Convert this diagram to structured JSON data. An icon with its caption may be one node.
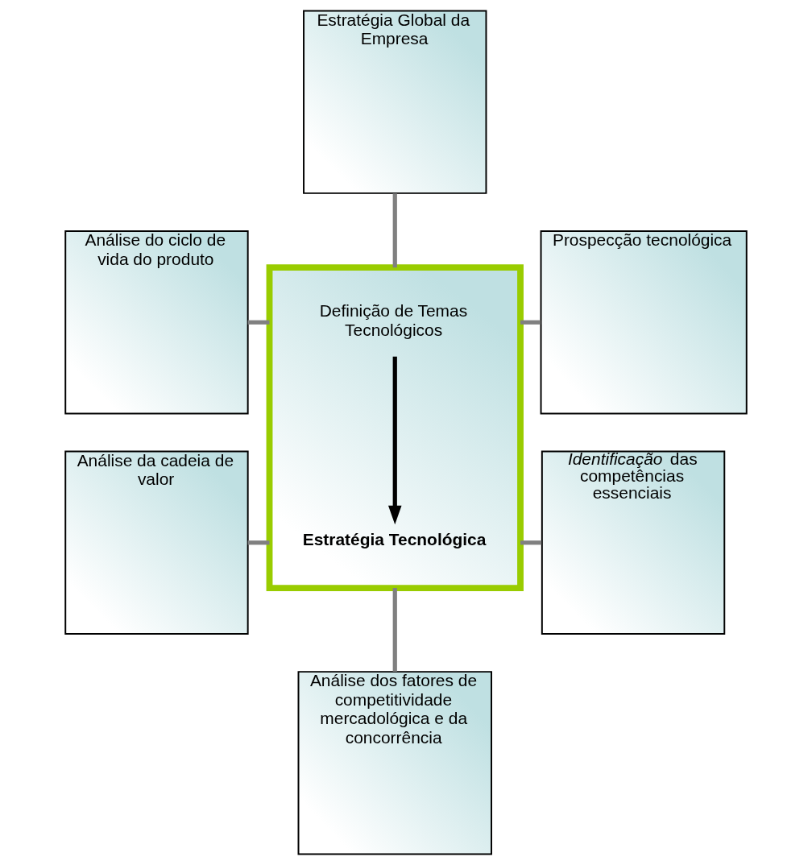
{
  "diagram": {
    "nodes": [
      {
        "text": [],
        "shape": "box"
      },
      {
        "text": [
          "Definição de Temas Tecnológicos"
        ],
        "in": 0
      },
      {
        "text": [
          "Estratégia Tecnológica"
        ],
        "in": 0
      },
      {
        "text": [
          "Estratégia Global da Empresa"
        ]
      },
      {
        "text": [
          "Análise do ciclo de vida do produto"
        ]
      },
      {
        "text": [
          "Prospecção tecnológica"
        ]
      },
      {
        "text": [
          "Análise da cadeia de valor"
        ]
      },
      {
        "text": [
          "*Identificação* das competências essenciais"
        ]
      },
      {
        "text": [
          "Análise dos fatores de competitividade mercadológica e da concorrência"
        ]
      }
    ],
    "edges": [
      {
        "from": 1,
        "to": 2,
        "arrow": "to",
        "color": "#000000"
      },
      {
        "from": 3,
        "to": 0,
        "arrow": "none"
      },
      {
        "from": 4,
        "to": 0,
        "arrow": "none"
      },
      {
        "from": 5,
        "to": 0,
        "arrow": "none"
      },
      {
        "from": 6,
        "to": 0,
        "arrow": "none"
      },
      {
        "from": 7,
        "to": 0,
        "arrow": "none"
      },
      {
        "from": 8,
        "to": 0,
        "arrow": "none"
      }
    ]
  }
}
